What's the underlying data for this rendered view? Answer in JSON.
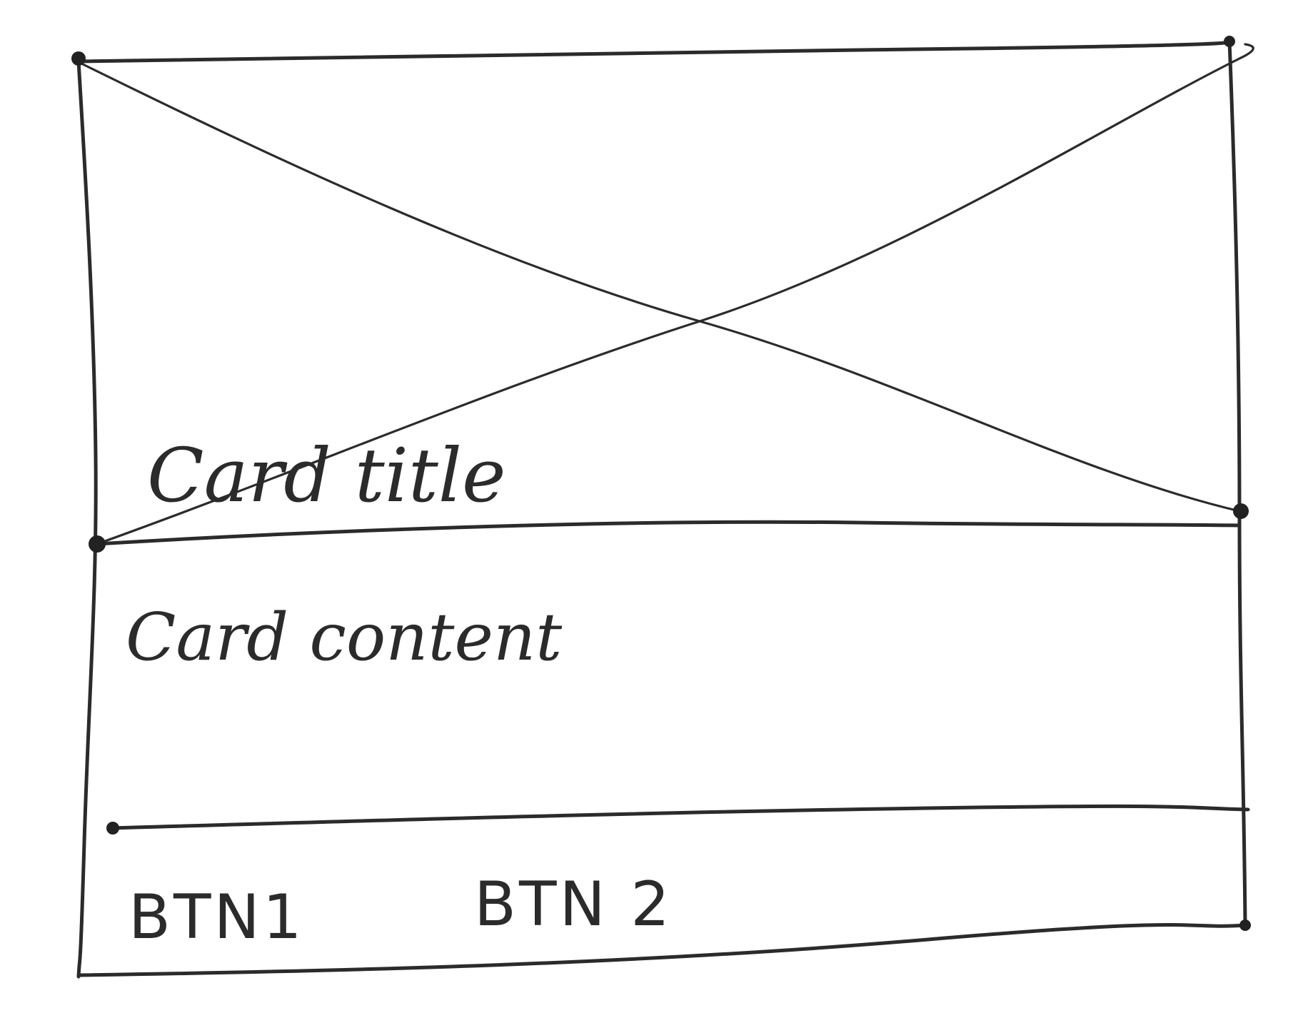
{
  "card": {
    "title": "Card title",
    "content": "Card content",
    "buttons": [
      {
        "label": "BTN1"
      },
      {
        "label": "BTN 2"
      }
    ]
  },
  "colors": {
    "ink": "#2b2b2b",
    "paper": "#ffffff"
  },
  "icons": {
    "image": "image-placeholder-icon"
  }
}
